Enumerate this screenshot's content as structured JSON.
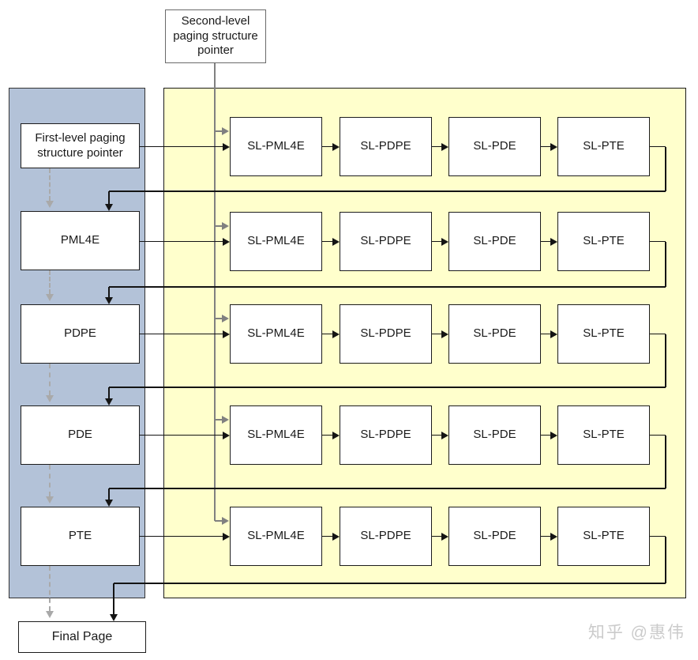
{
  "diagram": {
    "top_pointer_label": "Second-level paging structure pointer",
    "left_panel": {
      "items": [
        {
          "label": "First-level paging structure pointer"
        },
        {
          "label": "PML4E"
        },
        {
          "label": "PDPE"
        },
        {
          "label": "PDE"
        },
        {
          "label": "PTE"
        }
      ]
    },
    "grid": {
      "row_count": 5,
      "columns": [
        "SL-PML4E",
        "SL-PDPE",
        "SL-PDE",
        "SL-PTE"
      ]
    },
    "final_page_label": "Final Page",
    "watermark": "知乎 @惠伟"
  },
  "colors": {
    "left_panel_fill": "#b3c2d8",
    "left_panel_border": "#333333",
    "grid_panel_fill": "#ffffcc",
    "grid_panel_border": "#1a1a1a",
    "box_fill": "#ffffff",
    "line_black": "#141414",
    "line_gray": "#808080",
    "dash_gray": "#a9a9a9",
    "watermark_gray": "#cbcbcb"
  }
}
